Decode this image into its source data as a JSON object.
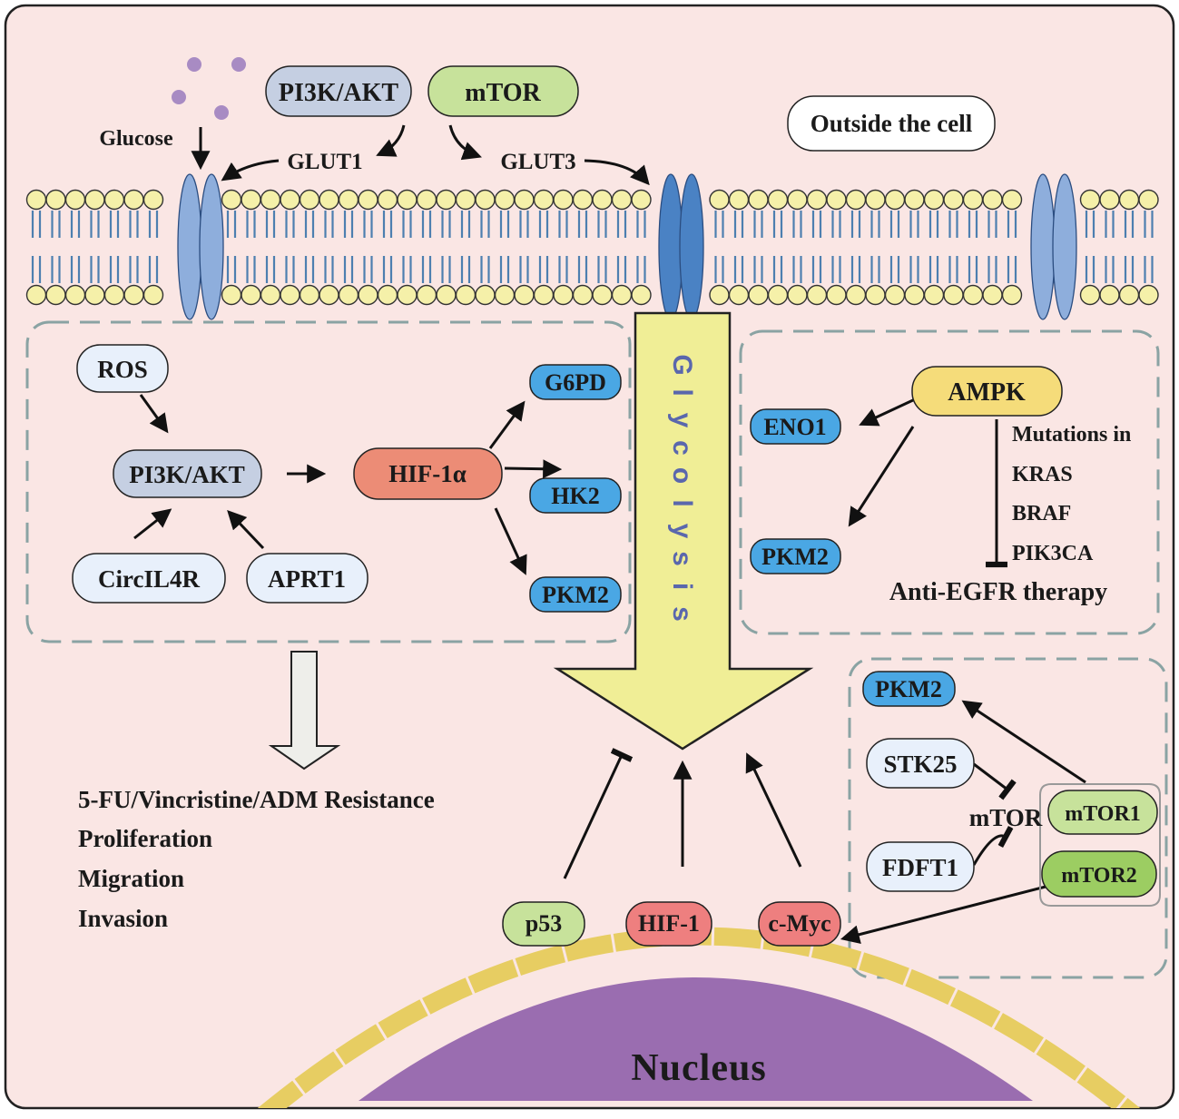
{
  "labels": {
    "outside_cell": "Outside the cell",
    "glucose": "Glucose",
    "glut1": "GLUT1",
    "glut3": "GLUT3",
    "glycolysis": [
      "G",
      "l",
      "y",
      "c",
      "o",
      "l",
      "y",
      "s",
      "i",
      "s"
    ],
    "nucleus": "Nucleus",
    "mutations_lines": [
      "Mutations in",
      "KRAS",
      "BRAF",
      "PIK3CA"
    ],
    "anti_egfr": "Anti-EGFR therapy",
    "mtor_center": "mTOR"
  },
  "nodes": {
    "pi3k_top": "PI3K/AKT",
    "mtor_top": "mTOR",
    "ros": "ROS",
    "pi3k_left": "PI3K/AKT",
    "hif1a": "HIF-1α",
    "circil4r": "CircIL4R",
    "aprt1": "APRT1",
    "g6pd": "G6PD",
    "hk2": "HK2",
    "pkm2_left": "PKM2",
    "ampk": "AMPK",
    "eno1": "ENO1",
    "pkm2_right": "PKM2",
    "pkm2_br": "PKM2",
    "stk25": "STK25",
    "fdft1": "FDFT1",
    "mtor1": "mTOR1",
    "mtor2": "mTOR2",
    "p53": "p53",
    "hif1": "HIF-1",
    "cmyc": "c-Myc"
  },
  "outcomes": [
    "5-FU/Vincristine/ADM Resistance",
    "Proliferation",
    "Migration",
    "Invasion"
  ],
  "colors": {
    "background": "#fae6e4",
    "grey_node": "#c5cfe2",
    "green_node": "#c7e29b",
    "light_node": "#e8f0fb",
    "salmon_node": "#ec8c76",
    "blue_node": "#4aa7e4",
    "yellow_node": "#f5dc7a",
    "red_node": "#ee7f7f",
    "glycolysis_arrow": "#f0ee96",
    "glycolysis_text": "#5a67ad",
    "nucleus": "#9a6db0",
    "nuclear_envelope": "#e7cd62",
    "membrane_head": "#f5f0a9",
    "channel_blue": "#8eaedc",
    "channel_dark": "#4a82c4"
  }
}
